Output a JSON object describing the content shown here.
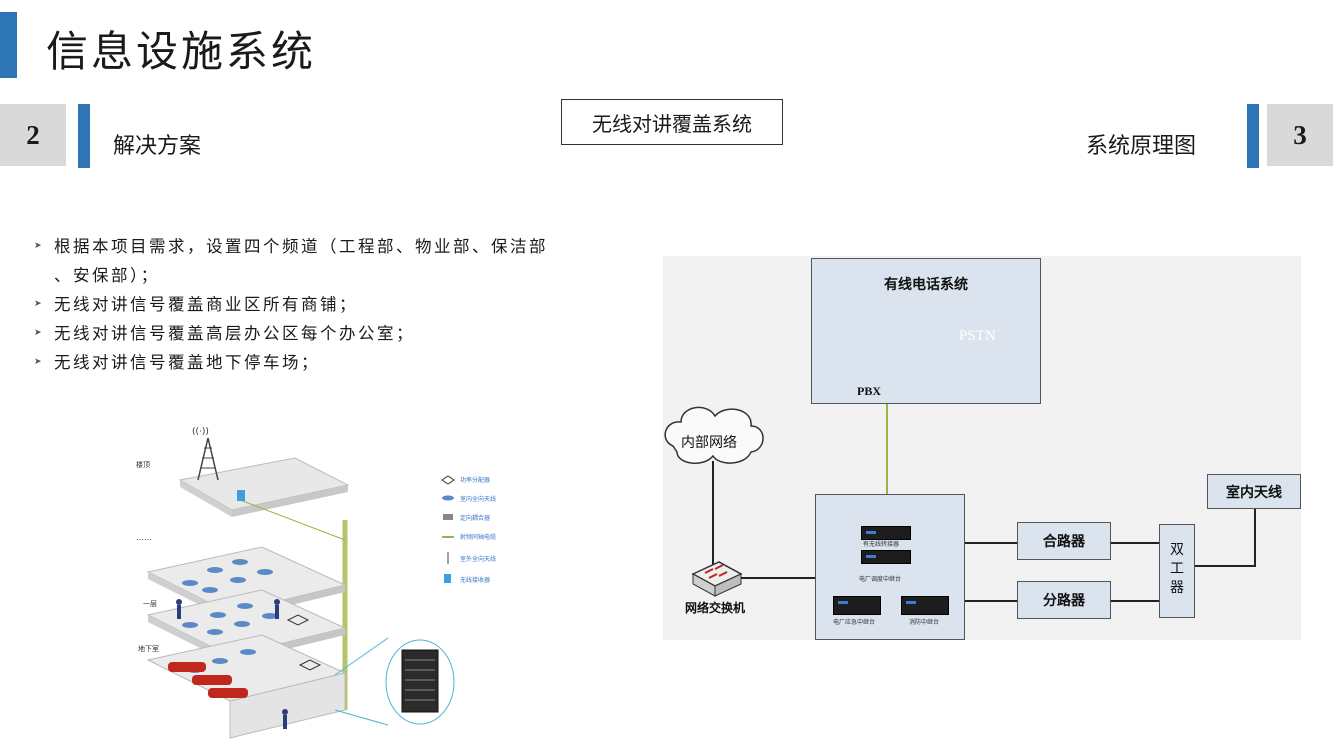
{
  "header": {
    "title": "信息设施系统",
    "left_number": "2",
    "left_label": "解决方案",
    "center_label": "无线对讲覆盖系统",
    "right_label": "系统原理图",
    "right_number": "3"
  },
  "bullets": [
    "根据本项目需求，设置四个频道（工程部、物业部、保洁部",
    "、安保部）；",
    "无线对讲信号覆盖商业区所有商铺；",
    "无线对讲信号覆盖高层办公区每个办公室；",
    "无线对讲信号覆盖地下停车场；"
  ],
  "building": {
    "floor_labels": [
      "楼顶",
      "……",
      "一层",
      "地下室"
    ],
    "legend": [
      "功率分配器",
      "室内全向天线",
      "定向耦合器",
      "射频同轴电缆",
      "室外全向天线",
      "无线接收器"
    ]
  },
  "diagram": {
    "wired_system": "有线电话系统",
    "pstn": "PSTN",
    "pbx": "PBX",
    "intranet": "内部网络",
    "switch": "网络交换机",
    "combiner": "合路器",
    "splitter": "分路器",
    "duplexer": "双工器",
    "indoor_antenna": "室内天线",
    "dev_wired_relay": "有无线转接器",
    "dev_dispatch": "电厂调度中继台",
    "dev_emergency": "电厂应急中继台",
    "dev_fire": "消防中继台"
  },
  "colors": {
    "accent_blue": "#2e75b6",
    "number_box": "#d9d9d9",
    "diagram_box": "#dbe3ee",
    "cloud_fill": "#29a8f0",
    "pbx_link": "#9ab24a"
  }
}
